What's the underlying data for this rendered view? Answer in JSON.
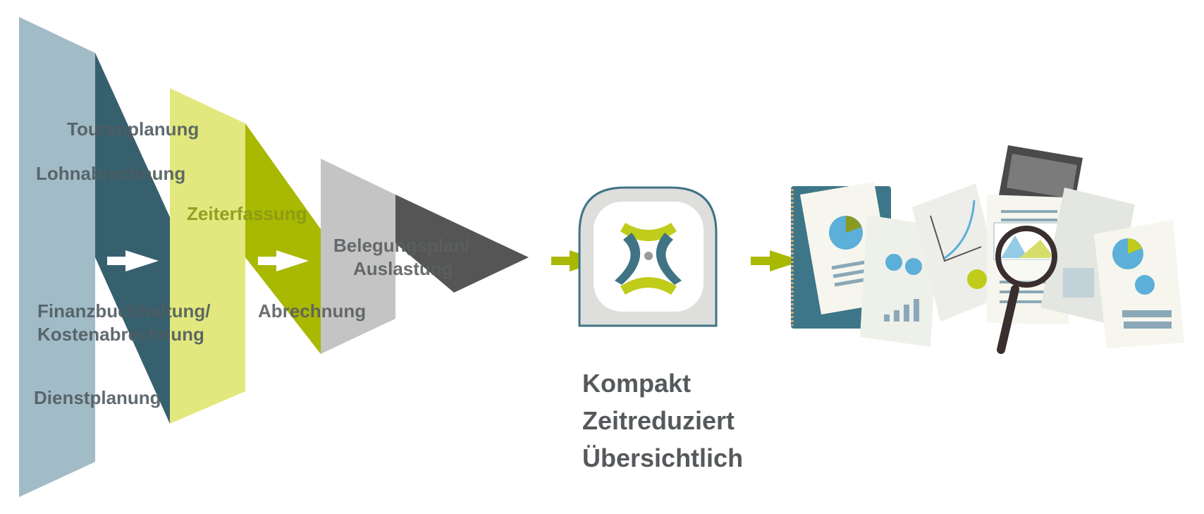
{
  "funnel": {
    "stage1": {
      "labels": [
        "Tourenplanung",
        "Lohnabrechnung",
        "Finanzbuchhaltung/",
        "Kostenabrechnung",
        "Dienstplanung"
      ]
    },
    "stage2": {
      "labels": [
        "Zeiterfassung",
        "Abrechnung"
      ]
    },
    "stage3": {
      "labels": [
        "Belegungsplan/",
        "Auslastung"
      ]
    }
  },
  "benefits": [
    "Kompakt",
    "Zeitreduziert",
    "Übersichtlich"
  ],
  "icons": {
    "app": "app-logo-icon",
    "reports": "report-documents-icon",
    "magnifier": "magnifying-glass-icon",
    "arrow": "arrow-right-icon"
  },
  "colors": {
    "light_blue_grey": "#a2bcc7",
    "petrol": "#37606f",
    "light_lime": "#e3e87e",
    "olive": "#a9b800",
    "light_grey": "#c4c4c4",
    "dark_grey": "#555555",
    "text_dark": "#4f5c61",
    "text_olive": "#8b9818"
  }
}
